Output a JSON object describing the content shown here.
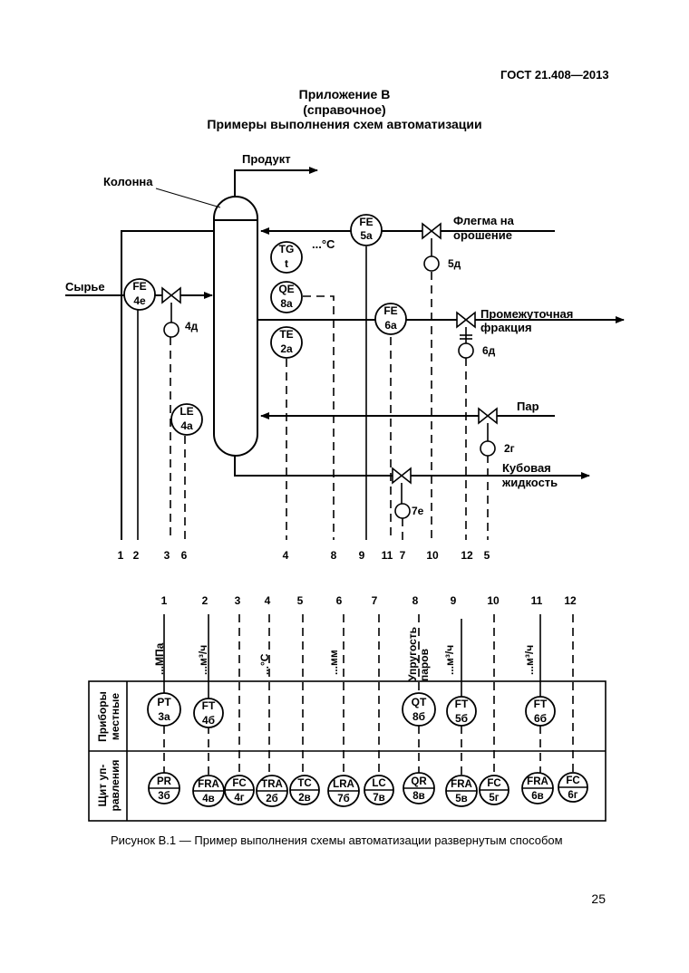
{
  "header": {
    "standard": "ГОСТ 21.408—2013"
  },
  "titles": {
    "appendix": "Приложение В",
    "reference": "(справочное)",
    "heading": "Примеры выполнения схем автоматизации"
  },
  "scheme": {
    "column": "Колонна",
    "product": "Продукт",
    "feed": "Сырье",
    "reflux_1": "Флегма на",
    "reflux_2": "орошение",
    "intermediate_1": "Промежуточная",
    "intermediate_2": "фракция",
    "steam": "Пар",
    "bottoms_1": "Кубовая",
    "bottoms_2": "жидкость",
    "temp_unit": "...°C",
    "devices": [
      {
        "top": "FE",
        "bottom": "5а"
      },
      {
        "top": "TG",
        "bottom": "t"
      },
      {
        "top": "QE",
        "bottom": "8а"
      },
      {
        "top": "TE",
        "bottom": "2а"
      },
      {
        "top": "FE",
        "bottom": "6а"
      },
      {
        "top": "FE",
        "bottom": "4е"
      },
      {
        "top": "LE",
        "bottom": "4а"
      }
    ],
    "actuators": [
      "5д",
      "4д",
      "6д",
      "2г",
      "7е"
    ],
    "line_numbers": [
      "1",
      "2",
      "3",
      "6",
      "4",
      "8",
      "9",
      "11",
      "7",
      "10",
      "12",
      "5"
    ]
  },
  "panel": {
    "line_numbers": [
      "1",
      "2",
      "3",
      "4",
      "5",
      "6",
      "7",
      "8",
      "9",
      "10",
      "11",
      "12"
    ],
    "unit_labels": {
      "mpa": "...МПа",
      "m3h_1": "...м³/ч",
      "c": "...°С",
      "mm": "...мм",
      "vapor_1": "Упругость",
      "vapor_2": "паров",
      "m3h_2": "...м³/ч",
      "m3h_3": "...м³/ч"
    },
    "row_local_1": "Приборы",
    "row_local_2": "местные",
    "row_board_1": "Щит уп-",
    "row_board_2": "равления",
    "local_instruments": [
      {
        "top": "PT",
        "bottom": "3а"
      },
      {
        "top": "FT",
        "bottom": "4б"
      },
      {
        "top": "QT",
        "bottom": "8б"
      },
      {
        "top": "FT",
        "bottom": "5б"
      },
      {
        "top": "FT",
        "bottom": "6б"
      }
    ],
    "board_instruments": [
      {
        "top": "PR",
        "bottom": "3б"
      },
      {
        "top": "FRA",
        "bottom": "4в"
      },
      {
        "top": "FC",
        "bottom": "4г"
      },
      {
        "top": "TRA",
        "bottom": "2б"
      },
      {
        "top": "TC",
        "bottom": "2в"
      },
      {
        "top": "LRA",
        "bottom": "7б"
      },
      {
        "top": "LC",
        "bottom": "7в"
      },
      {
        "top": "QR",
        "bottom": "8в"
      },
      {
        "top": "FRA",
        "bottom": "5в"
      },
      {
        "top": "FC",
        "bottom": "5г"
      },
      {
        "top": "FRA",
        "bottom": "6в"
      },
      {
        "top": "FC",
        "bottom": "6г"
      }
    ]
  },
  "caption": "Рисунок В.1 — Пример выполнения схемы автоматизации развернутым способом",
  "page_number": "25"
}
